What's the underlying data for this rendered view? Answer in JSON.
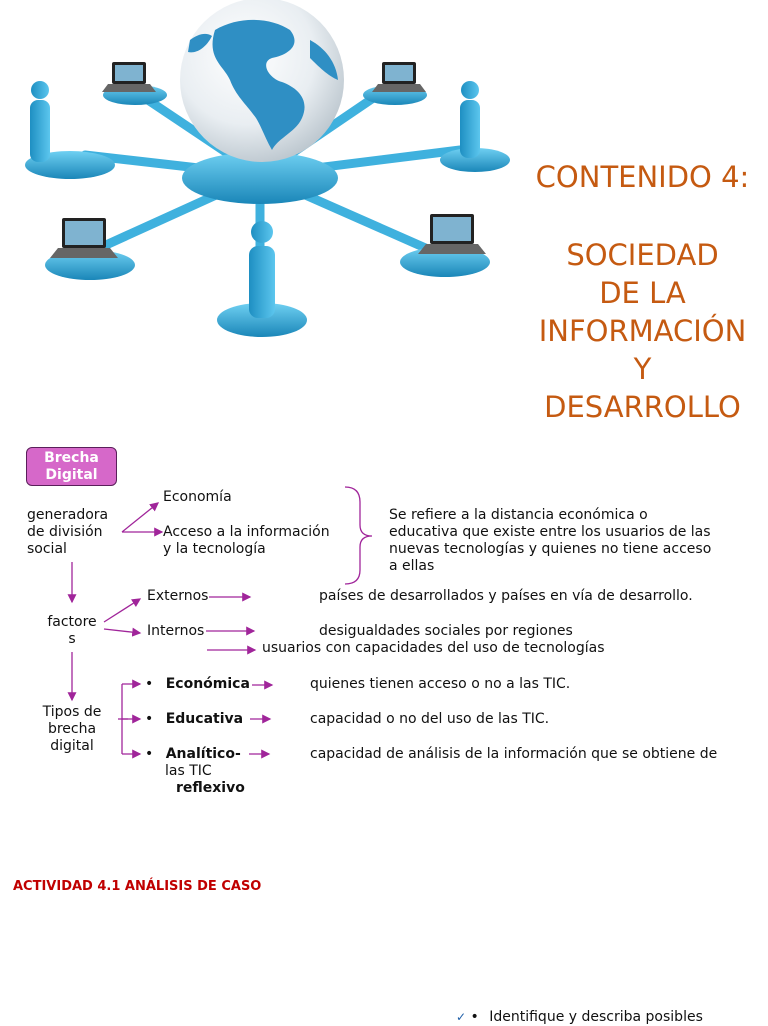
{
  "title": {
    "line1": "CONTENIDO 4:",
    "line2": "SOCIEDAD",
    "line3": "DE LA",
    "line4": "INFORMACIÓN",
    "line5": "Y",
    "line6": "DESARROLLO"
  },
  "diagram": {
    "box_line1": "Brecha",
    "box_line2": "Digital",
    "root": [
      "generadora",
      "de división",
      "social"
    ],
    "branch1": "Economía",
    "branch2": [
      "Acceso a la información",
      "y la tecnología"
    ],
    "definition": [
      "Se refiere a la distancia económica o",
      "educativa que existe entre los usuarios de las",
      "nuevas tecnologías y quienes no tiene acceso",
      "a ellas"
    ],
    "factors_label": [
      "factore",
      "s"
    ],
    "externos": "Externos",
    "externos_desc": "países de desarrollados y países en vía de desarrollo.",
    "internos": "Internos",
    "internos_desc1": "desigualdades sociales por regiones",
    "internos_desc2": "usuarios con capacidades del uso de tecnologías",
    "types_label": [
      "Tipos de",
      "brecha",
      "digital"
    ],
    "type1": "Económica",
    "type1_desc": "quienes tienen acceso o no a las TIC.",
    "type2": "Educativa",
    "type2_desc": "capacidad o no del uso de las TIC.",
    "type3": "Analítico-",
    "type3_line2": "las TIC",
    "type3_line3": "reflexivo",
    "type3_desc": "capacidad de análisis de la información que se obtiene de",
    "bullet": "•"
  },
  "activity": "ACTIVIDAD 4.1 ANÁLISIS DE CASO",
  "footer_bullet": "Identifique y describa posibles",
  "colors": {
    "title": "#c55a11",
    "accent": "#a0259a",
    "box_fill": "#d668c9",
    "activity": "#c00000",
    "globe_blue": "#2aa6d6"
  }
}
